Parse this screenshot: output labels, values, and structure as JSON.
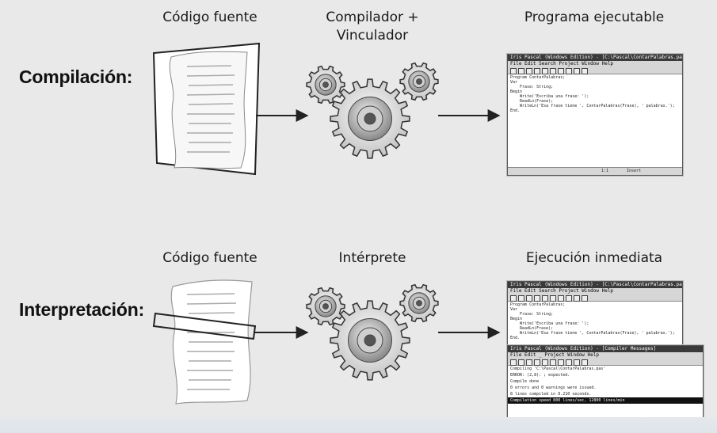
{
  "row1": {
    "label": "Compilación:",
    "source_caption": "Código fuente",
    "processor_caption_line1": "Compilador +",
    "processor_caption_line2": "Vinculador",
    "result_caption": "Programa ejecutable"
  },
  "row2": {
    "label": "Interpretación:",
    "source_caption": "Código fuente",
    "processor_caption": "Intérprete",
    "result_caption": "Ejecución inmediata"
  },
  "window_main": {
    "title": "Iris Pascal (Windows Edition) - [C:\\Pascal\\ContarPalabras.pas]",
    "menu": "File  Edit  Search  Project  Window  Help",
    "code": "Program ContarPalabras;\nVar\n    Frase: String;\nBegin\n    Write('Escriba una frase: ');\n    ReadLn(Frase);\n    WriteLn('Esa frase tiene ', ContarPalabras(Frase), ' palabras.');\nEnd.",
    "status_pos": "1:1",
    "status_mode": "Insert"
  },
  "window_messages": {
    "title": "Iris Pascal (Windows Edition) - [Compiler Messages]",
    "menu": "File  Edit  _   Project  Window  Help",
    "line1": "Compiling 'C:\\Pascal\\ContarPalabras.pas'",
    "line2": "ERROR: (2,8): ; expected.",
    "line3": "Compile done",
    "line4": "0 errors and 0 warnings were issued.",
    "line5": "8 lines compiled in 0.210 seconds.",
    "line6": "Compilation speed 800 lines/sec, 12800 lines/min"
  }
}
